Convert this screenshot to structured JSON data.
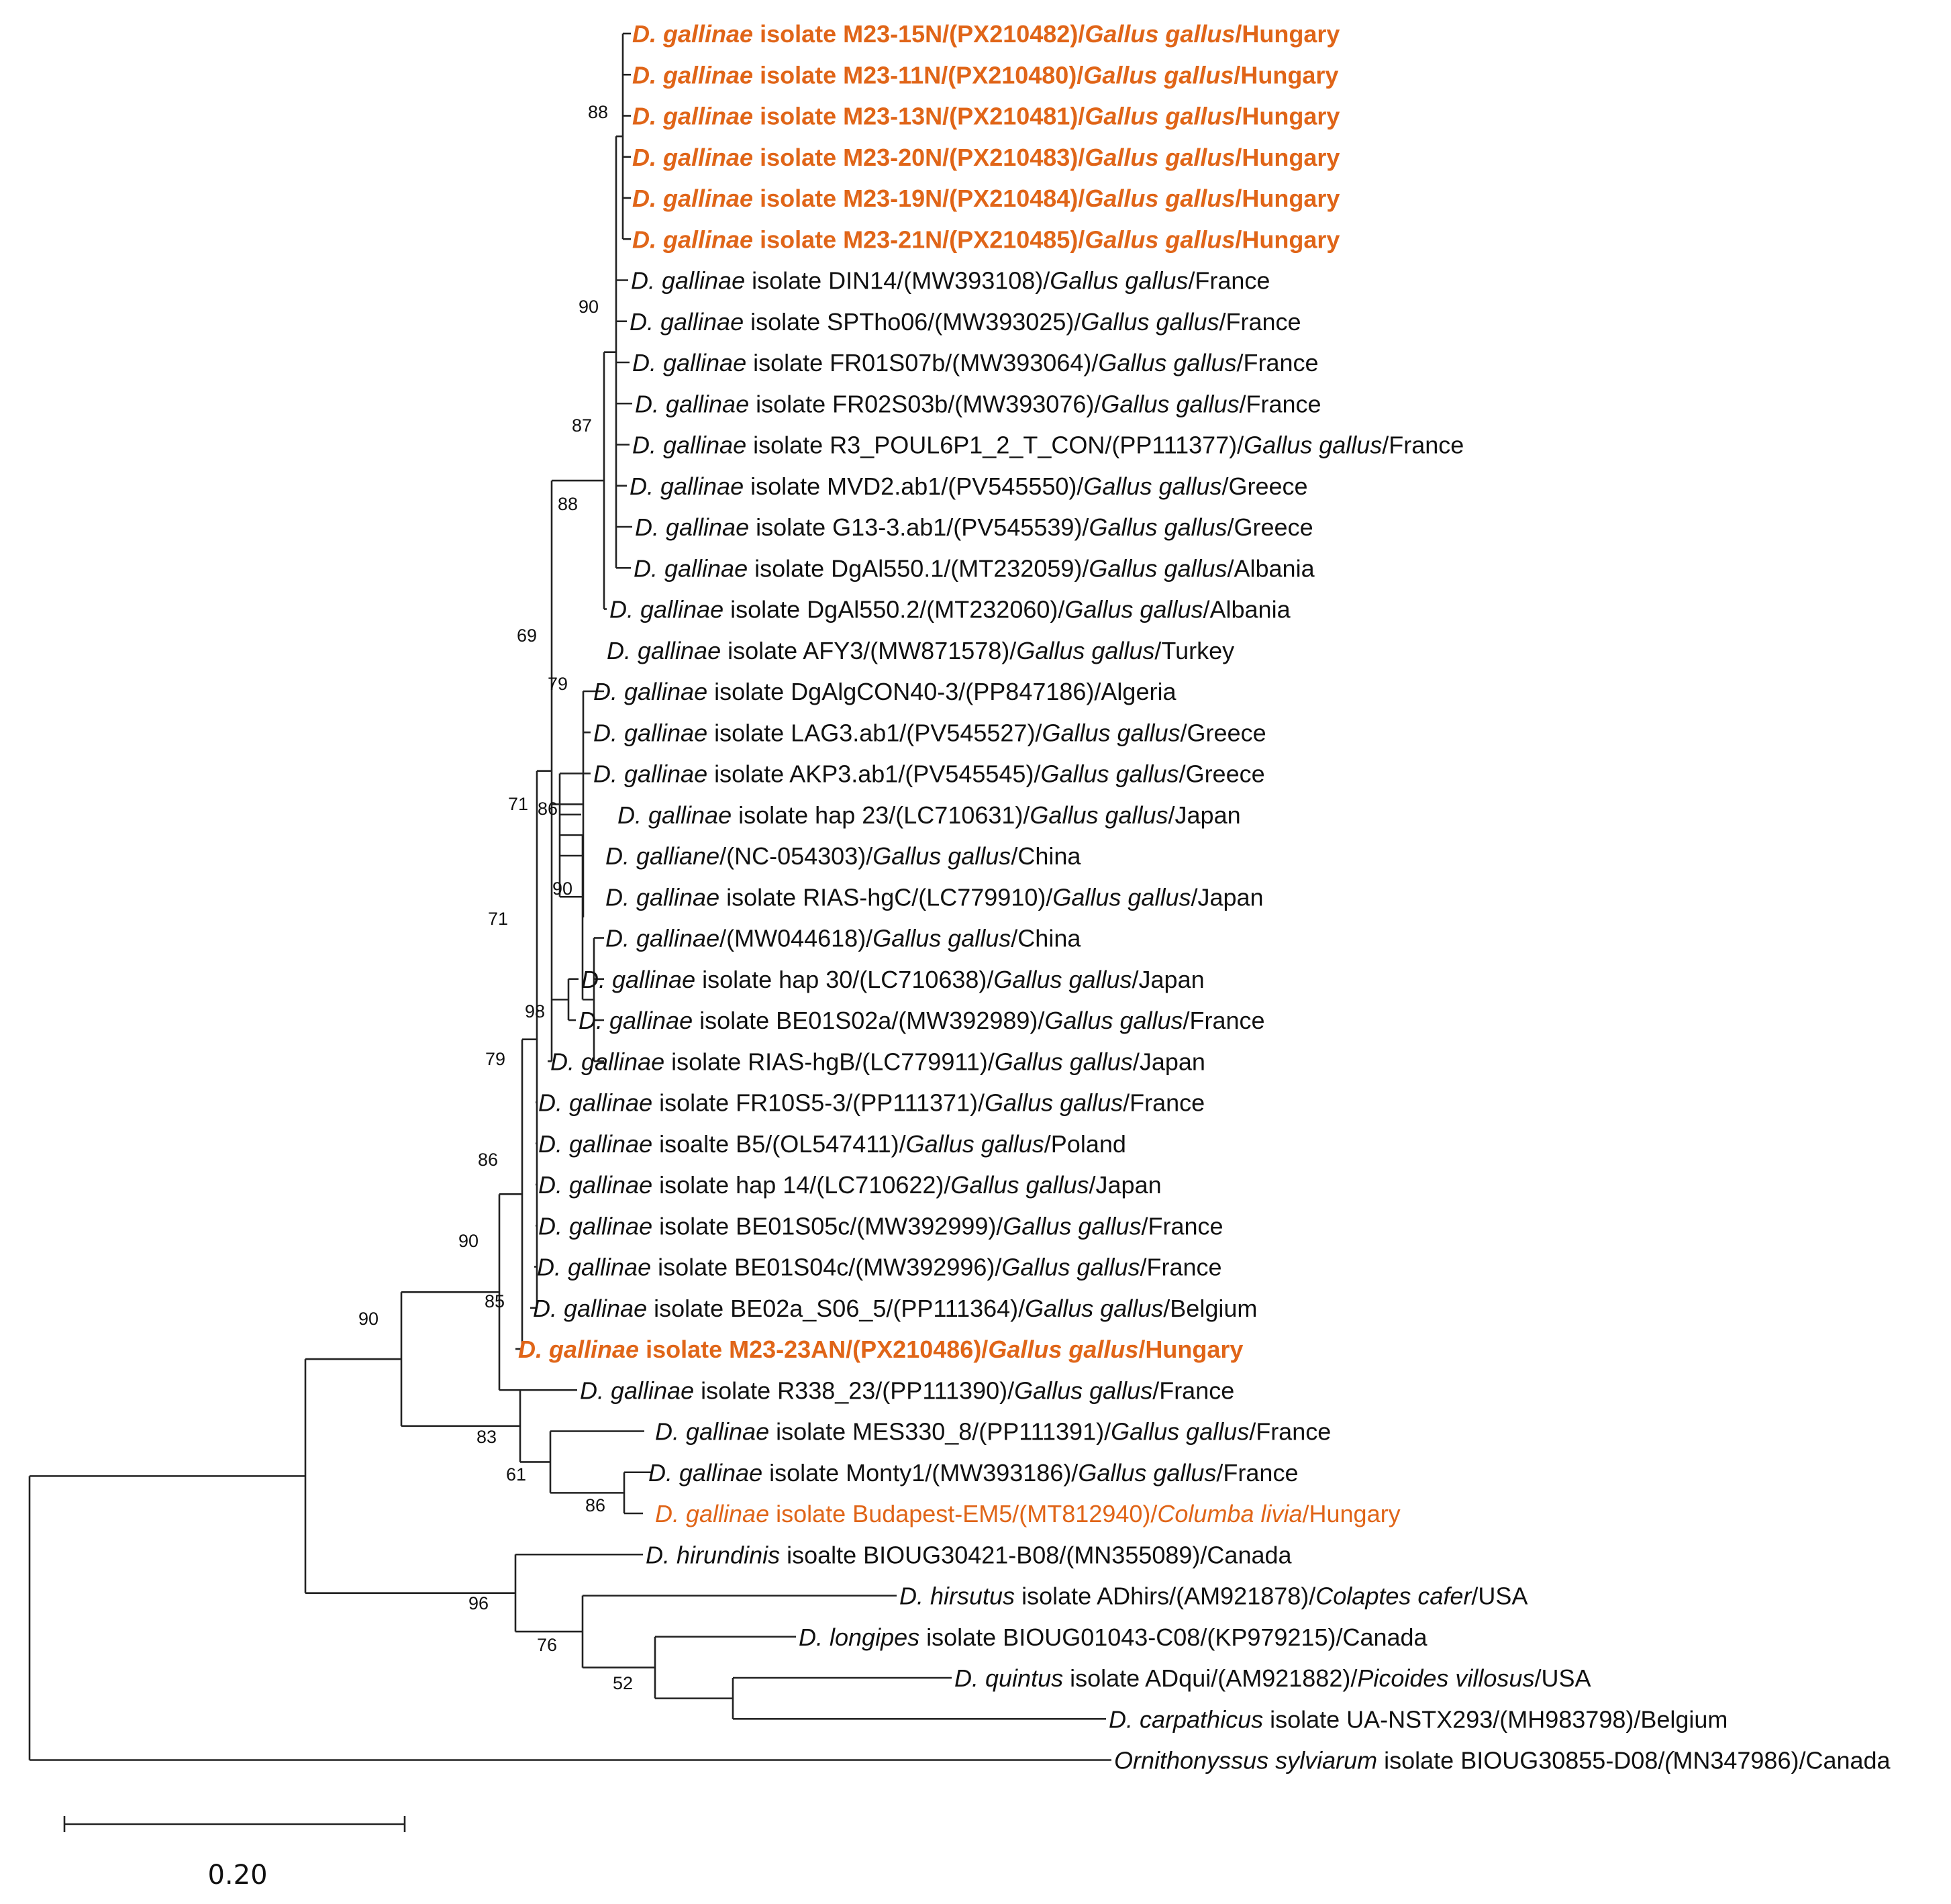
{
  "highlight_color": "#E06518",
  "text_color": "#111111",
  "leaves": [
    {
      "parts": [
        [
          "D. gallinae",
          1
        ],
        [
          " isolate M23-15N/(PX210482)/",
          0
        ],
        [
          "Gallus gallus",
          1
        ],
        [
          "/Hungary",
          0
        ]
      ],
      "highlight": true,
      "bold": true
    },
    {
      "parts": [
        [
          "D. gallinae",
          1
        ],
        [
          " isolate M23-11N/(PX210480)/",
          0
        ],
        [
          "Gallus gallus",
          1
        ],
        [
          "/Hungary",
          0
        ]
      ],
      "highlight": true,
      "bold": true
    },
    {
      "parts": [
        [
          "D. gallinae",
          1
        ],
        [
          " isolate M23-13N/(PX210481)/",
          0
        ],
        [
          "Gallus gallus",
          1
        ],
        [
          "/Hungary",
          0
        ]
      ],
      "highlight": true,
      "bold": true
    },
    {
      "parts": [
        [
          "D. gallinae",
          1
        ],
        [
          " isolate M23-20N/(PX210483)/",
          0
        ],
        [
          "Gallus gallus",
          1
        ],
        [
          "/Hungary",
          0
        ]
      ],
      "highlight": true,
      "bold": true
    },
    {
      "parts": [
        [
          "D. gallinae",
          1
        ],
        [
          " isolate M23-19N/(PX210484)/",
          0
        ],
        [
          "Gallus gallus",
          1
        ],
        [
          "/Hungary",
          0
        ]
      ],
      "highlight": true,
      "bold": true
    },
    {
      "parts": [
        [
          "D. gallinae",
          1
        ],
        [
          " isolate M23-21N/(PX210485)/",
          0
        ],
        [
          "Gallus gallus",
          1
        ],
        [
          "/Hungary",
          0
        ]
      ],
      "highlight": true,
      "bold": true
    },
    {
      "parts": [
        [
          "D. gallinae",
          1
        ],
        [
          " isolate DIN14/(MW393108)/",
          0
        ],
        [
          "Gallus gallus",
          1
        ],
        [
          "/France",
          0
        ]
      ]
    },
    {
      "parts": [
        [
          "D. gallinae",
          1
        ],
        [
          " isolate SPTho06/(MW393025)/",
          0
        ],
        [
          "Gallus gallus",
          1
        ],
        [
          "/France",
          0
        ]
      ]
    },
    {
      "parts": [
        [
          "D. gallinae",
          1
        ],
        [
          " isolate FR01S07b/(MW393064)/",
          0
        ],
        [
          "Gallus gallus",
          1
        ],
        [
          "/France",
          0
        ]
      ]
    },
    {
      "parts": [
        [
          "D. gallinae",
          1
        ],
        [
          " isolate FR02S03b/(MW393076)/",
          0
        ],
        [
          "Gallus gallus",
          1
        ],
        [
          "/France",
          0
        ]
      ]
    },
    {
      "parts": [
        [
          "D. gallinae",
          1
        ],
        [
          " isolate R3_POUL6P1_2_T_CON/(PP111377)/",
          0
        ],
        [
          "Gallus gallus",
          1
        ],
        [
          "/France",
          0
        ]
      ]
    },
    {
      "parts": [
        [
          "D. gallinae",
          1
        ],
        [
          " isolate MVD2.ab1/(PV545550)/",
          0
        ],
        [
          "Gallus gallus",
          1
        ],
        [
          "/Greece",
          0
        ]
      ]
    },
    {
      "parts": [
        [
          "D. gallinae",
          1
        ],
        [
          " isolate G13-3.ab1/(PV545539)/",
          0
        ],
        [
          "Gallus gallus",
          1
        ],
        [
          "/Greece",
          0
        ]
      ]
    },
    {
      "parts": [
        [
          "D. gallinae",
          1
        ],
        [
          " isolate DgAl550.1/(MT232059)/",
          0
        ],
        [
          "Gallus gallus",
          1
        ],
        [
          "/Albania",
          0
        ]
      ]
    },
    {
      "parts": [
        [
          "D. gallinae",
          1
        ],
        [
          " isolate DgAl550.2/(MT232060)/",
          0
        ],
        [
          "Gallus gallus",
          1
        ],
        [
          "/Albania",
          0
        ]
      ]
    },
    {
      "parts": [
        [
          "D. gallinae",
          1
        ],
        [
          " isolate AFY3/(MW871578)/",
          0
        ],
        [
          "Gallus gallus",
          1
        ],
        [
          "/Turkey",
          0
        ]
      ]
    },
    {
      "parts": [
        [
          "D. gallinae",
          1
        ],
        [
          " isolate DgAlgCON40-3/(PP847186)/Algeria",
          0
        ]
      ]
    },
    {
      "parts": [
        [
          "D. gallinae",
          1
        ],
        [
          " isolate LAG3.ab1/(PV545527)/",
          0
        ],
        [
          "Gallus gallus",
          1
        ],
        [
          "/Greece",
          0
        ]
      ]
    },
    {
      "parts": [
        [
          "D. gallinae",
          1
        ],
        [
          " isolate AKP3.ab1/(PV545545)/",
          0
        ],
        [
          "Gallus gallus",
          1
        ],
        [
          "/Greece",
          0
        ]
      ]
    },
    {
      "parts": [
        [
          "D. gallinae",
          1
        ],
        [
          " isolate hap 23/(LC710631)/",
          0
        ],
        [
          "Gallus gallus",
          1
        ],
        [
          "/Japan",
          0
        ]
      ]
    },
    {
      "parts": [
        [
          "D. galliane",
          1
        ],
        [
          "/(NC-054303)/",
          0
        ],
        [
          "Gallus gallus",
          1
        ],
        [
          "/China",
          0
        ]
      ]
    },
    {
      "parts": [
        [
          "D. gallinae",
          1
        ],
        [
          " isolate RIAS-hgC/(LC779910)/",
          0
        ],
        [
          "Gallus gallus",
          1
        ],
        [
          "/Japan",
          0
        ]
      ]
    },
    {
      "parts": [
        [
          "D. gallinae",
          1
        ],
        [
          "/(MW044618)/",
          0
        ],
        [
          "Gallus gallus",
          1
        ],
        [
          "/China",
          0
        ]
      ]
    },
    {
      "parts": [
        [
          "D. gallinae",
          1
        ],
        [
          " isolate hap 30/(LC710638)/",
          0
        ],
        [
          "Gallus gallus",
          1
        ],
        [
          "/Japan",
          0
        ]
      ]
    },
    {
      "parts": [
        [
          "D. gallinae",
          1
        ],
        [
          " isolate BE01S02a/(MW392989)/",
          0
        ],
        [
          "Gallus gallus",
          1
        ],
        [
          "/France",
          0
        ]
      ]
    },
    {
      "parts": [
        [
          "D. gallinae",
          1
        ],
        [
          " isolate RIAS-hgB/(LC779911)/",
          0
        ],
        [
          "Gallus gallus",
          1
        ],
        [
          "/Japan",
          0
        ]
      ]
    },
    {
      "parts": [
        [
          "D. gallinae",
          1
        ],
        [
          " isolate FR10S5-3/(PP111371)/",
          0
        ],
        [
          "Gallus gallus",
          1
        ],
        [
          "/France",
          0
        ]
      ]
    },
    {
      "parts": [
        [
          "D. gallinae",
          1
        ],
        [
          " isoalte B5/(OL547411)/",
          0
        ],
        [
          "Gallus gallus",
          1
        ],
        [
          "/Poland",
          0
        ]
      ]
    },
    {
      "parts": [
        [
          "D. gallinae",
          1
        ],
        [
          " isolate hap 14/(LC710622)/",
          0
        ],
        [
          "Gallus gallus",
          1
        ],
        [
          "/Japan",
          0
        ]
      ]
    },
    {
      "parts": [
        [
          "D. gallinae",
          1
        ],
        [
          " isolate BE01S05c/(MW392999)/",
          0
        ],
        [
          "Gallus gallus",
          1
        ],
        [
          "/France",
          0
        ]
      ]
    },
    {
      "parts": [
        [
          "D. gallinae",
          1
        ],
        [
          " isolate BE01S04c/(MW392996)/",
          0
        ],
        [
          "Gallus gallus",
          1
        ],
        [
          "/France",
          0
        ]
      ]
    },
    {
      "parts": [
        [
          "D. gallinae",
          1
        ],
        [
          " isolate BE02a_S06_5/(PP111364)/",
          0
        ],
        [
          "Gallus gallus",
          1
        ],
        [
          "/Belgium",
          0
        ]
      ]
    },
    {
      "parts": [
        [
          "D. gallinae",
          1
        ],
        [
          " isolate M23-23AN/(PX210486)/",
          0
        ],
        [
          "Gallus gallus",
          1
        ],
        [
          "/Hungary",
          0
        ]
      ],
      "highlight": true,
      "bold": true
    },
    {
      "parts": [
        [
          "D. gallinae",
          1
        ],
        [
          " isolate R338_23/(PP111390)/",
          0
        ],
        [
          "Gallus gallus",
          1
        ],
        [
          "/France",
          0
        ]
      ]
    },
    {
      "parts": [
        [
          "D. gallinae",
          1
        ],
        [
          " isolate MES330_8/(PP111391)/",
          0
        ],
        [
          "Gallus gallus",
          1
        ],
        [
          "/France",
          0
        ]
      ]
    },
    {
      "parts": [
        [
          "D. gallinae",
          1
        ],
        [
          " isolate Monty1/(MW393186)/",
          0
        ],
        [
          "Gallus gallus",
          1
        ],
        [
          "/France",
          0
        ]
      ]
    },
    {
      "parts": [
        [
          "D. gallinae",
          1
        ],
        [
          " isolate Budapest-EM5/(MT812940)/",
          0
        ],
        [
          "Columba livia",
          1
        ],
        [
          "/Hungary",
          0
        ]
      ],
      "highlight": true
    },
    {
      "parts": [
        [
          "D. hirundinis",
          1
        ],
        [
          " isoalte BIOUG30421-B08/(MN355089)/Canada",
          0
        ]
      ]
    },
    {
      "parts": [
        [
          "D. hirsutus",
          1
        ],
        [
          " isolate ADhirs/(AM921878)/",
          0
        ],
        [
          "Colaptes cafer",
          1
        ],
        [
          "/USA",
          0
        ]
      ]
    },
    {
      "parts": [
        [
          "D. longipes",
          1
        ],
        [
          " isolate BIOUG01043-C08/(KP979215)/Canada",
          0
        ]
      ]
    },
    {
      "parts": [
        [
          "D. quintus",
          1
        ],
        [
          " isolate ADqui/(AM921882)/",
          0
        ],
        [
          "Picoides villosus",
          1
        ],
        [
          "/USA",
          0
        ]
      ]
    },
    {
      "parts": [
        [
          "D. carpathicus",
          1
        ],
        [
          " isolate UA-NSTX293/(MH983798)/Belgium",
          0
        ]
      ]
    },
    {
      "parts": [
        [
          "Ornithonyssus sylviarum",
          1
        ],
        [
          " isolate BIOUG30855-D08/",
          0
        ],
        [
          "(",
          1
        ],
        [
          "MN347986)/Canada",
          0
        ]
      ]
    }
  ],
  "bootstrap_values": [
    "88",
    "90",
    "87",
    "88",
    "69",
    "79",
    "86",
    "90",
    "71",
    "71",
    "98",
    "79",
    "86",
    "90",
    "85",
    "90",
    "83",
    "61",
    "86",
    "96",
    "76",
    "52"
  ],
  "scale_bar": {
    "label": "0.20",
    "value": 0.2
  }
}
